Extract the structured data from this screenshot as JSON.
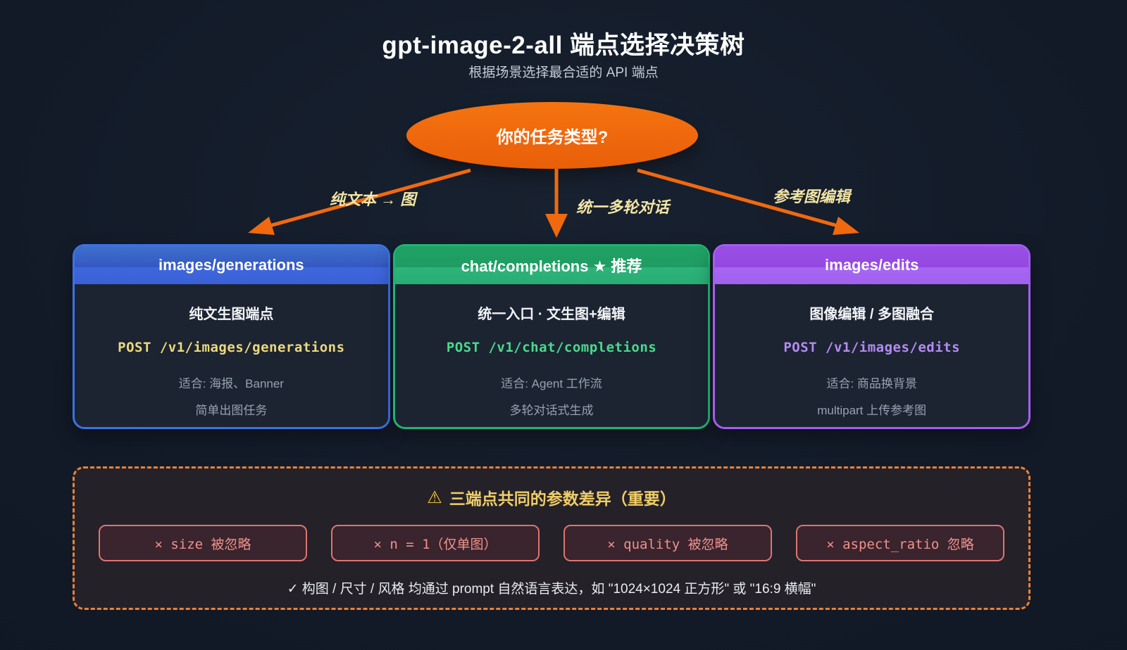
{
  "page": {
    "title": "gpt-image-2-all 端点选择决策树",
    "subtitle": "根据场景选择最合适的 API 端点"
  },
  "decision_root": {
    "label": "你的任务类型?"
  },
  "branches": [
    {
      "label": "纯文本 → 图"
    },
    {
      "label": "统一多轮对话"
    },
    {
      "label": "参考图编辑"
    }
  ],
  "cards": [
    {
      "header": "images/generations",
      "line1": "纯文生图端点",
      "code": "POST /v1/images/generations",
      "desc1": "适合: 海报、Banner",
      "desc2": "简单出图任务",
      "accent": "#3d72e4",
      "code_color": "#edd97c"
    },
    {
      "header": "chat/completions ★ 推荐",
      "line1": "统一入口 · 文生图+编辑",
      "code": "POST /v1/chat/completions",
      "desc1": "适合: Agent 工作流",
      "desc2": "多轮对话式生成",
      "accent": "#23b175",
      "code_color": "#4ada8c"
    },
    {
      "header": "images/edits",
      "line1": "图像编辑 / 多图融合",
      "code": "POST /v1/images/edits",
      "desc1": "适合: 商品换背景",
      "desc2": "multipart 上传参考图",
      "accent": "#a55ef0",
      "code_color": "#b48cf2"
    }
  ],
  "warning": {
    "icon": "⚠",
    "title": "三端点共同的参数差异（重要）",
    "pills": [
      "× size 被忽略",
      "× n = 1（仅单图）",
      "× quality 被忽略",
      "× aspect_ratio 忽略"
    ],
    "note": "✓ 构图 / 尺寸 / 风格 均通过 prompt 自然语言表达，如 \"1024×1024 正方形\" 或 \"16:9 横幅\"",
    "border_color": "#e8823a",
    "pill_color": "#f0928d"
  },
  "colors": {
    "background": "#121a28",
    "root_orange": "#ee660c",
    "arrow_orange": "#f1690f",
    "branch_label_yellow": "#f2e5a5",
    "warning_title_yellow": "#f0ce67"
  }
}
